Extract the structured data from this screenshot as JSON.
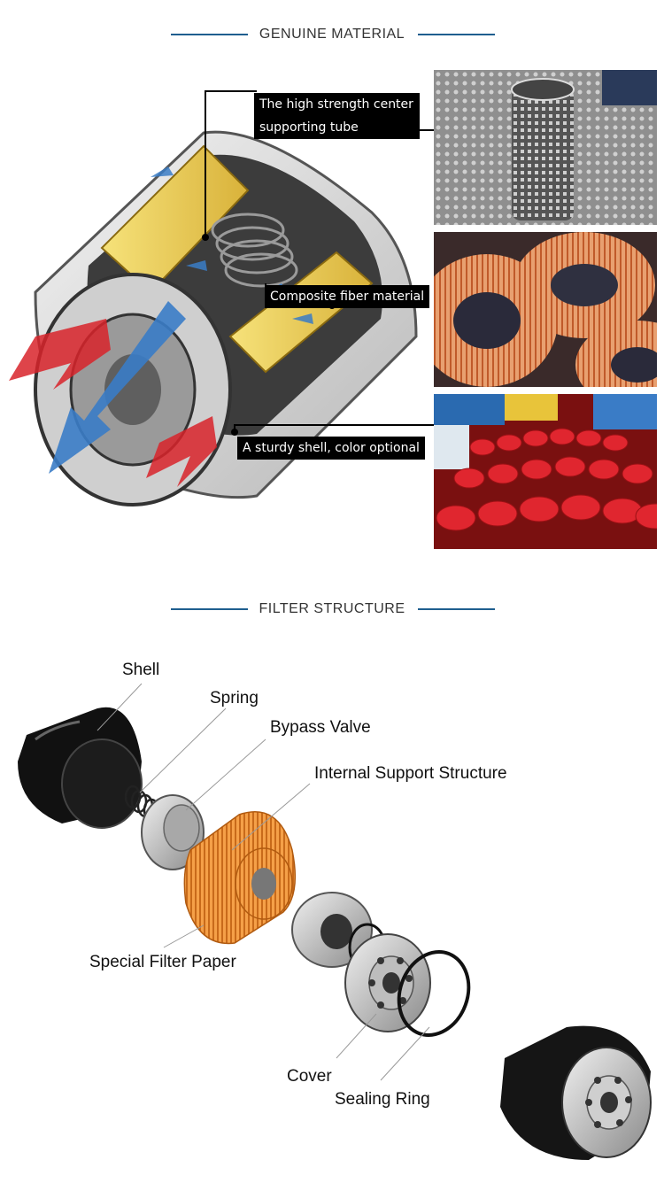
{
  "sections": {
    "genuine_material": {
      "title": "GENUINE MATERIAL",
      "callouts": {
        "tube_line1": "The high strength center",
        "tube_line2": "supporting tube",
        "fiber": "Composite fiber material",
        "shell": "A sturdy shell, color optional"
      }
    },
    "filter_structure": {
      "title": "FILTER STRUCTURE",
      "labels": {
        "shell": "Shell",
        "spring": "Spring",
        "bypass_valve": "Bypass Valve",
        "internal_support": "Internal Support Structure",
        "filter_paper": "Special Filter Paper",
        "cover": "Cover",
        "sealing_ring": "Sealing Ring"
      }
    }
  },
  "colors": {
    "accent_line": "#1f5e8f",
    "filter_paper": "#f0a050",
    "shell_blue": "#3a7cc6",
    "cap_red": "#d8232a"
  },
  "icons": [
    "cutaway-filter-illustration",
    "center-tube-photo",
    "pleated-paper-photo",
    "red-caps-photo",
    "exploded-filter-diagram"
  ]
}
